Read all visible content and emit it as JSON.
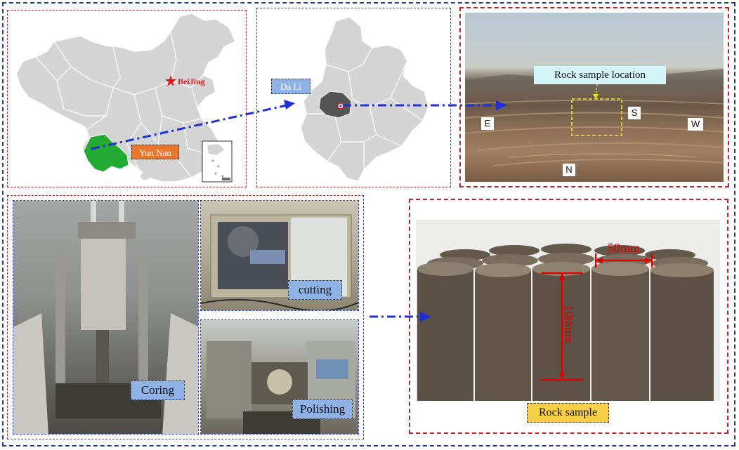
{
  "map_china": {
    "city_label": "BeiJing",
    "province_label": "Yun Nan"
  },
  "map_yunnan": {
    "city_label": "Da Li"
  },
  "site_photo": {
    "location_label": "Rock sample location",
    "directions": {
      "east": "E",
      "south": "S",
      "west": "W",
      "north": "N"
    }
  },
  "processing": {
    "coring_label": "Coring",
    "cutting_label": "cutting",
    "polishing_label": "Polishing"
  },
  "sample": {
    "width_label": "50mm",
    "height_label": "100mm",
    "caption": "Rock sample"
  },
  "colors": {
    "border_blue": "#1f3f8f",
    "border_red": "#c0242b",
    "arrow_blue": "#1f2fd6",
    "province_green": "#22aa33",
    "dali_gray": "#555555",
    "tag_orange": "#e8762c",
    "tag_blue": "#8fb2e6",
    "tag_cyan": "#d4f4f8",
    "tag_yellow": "#f7cf46"
  }
}
